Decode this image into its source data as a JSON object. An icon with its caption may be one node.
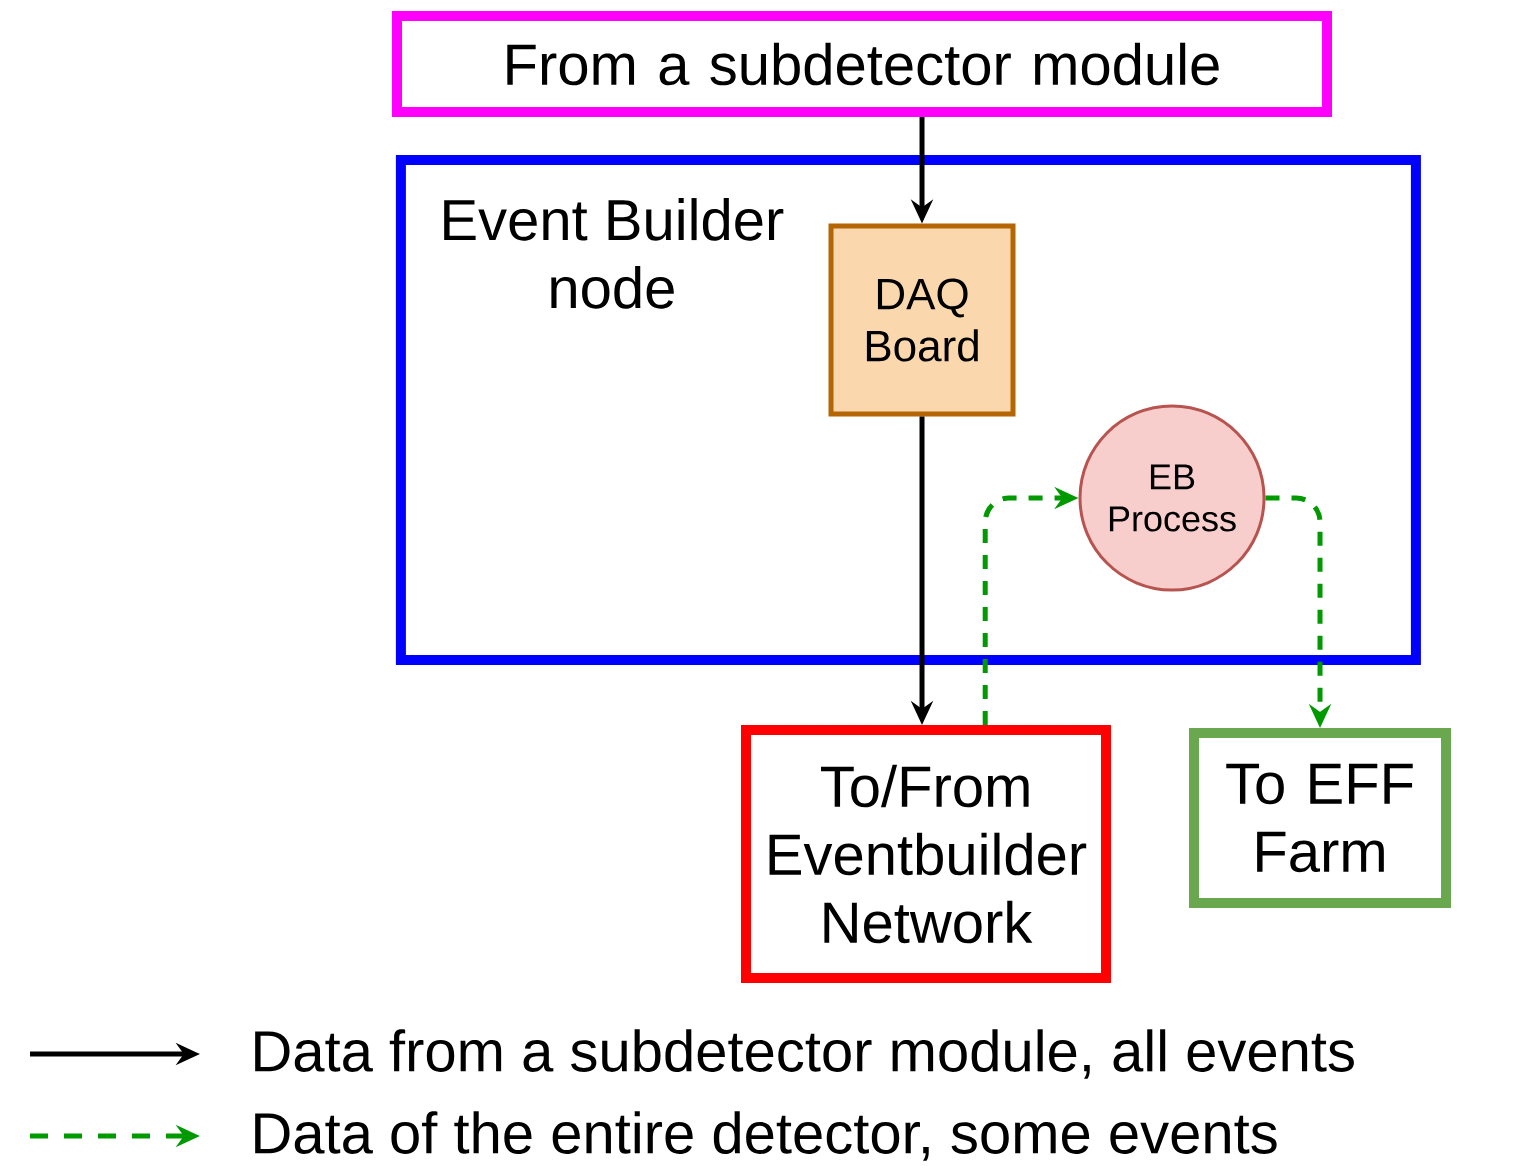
{
  "diagram": {
    "nodes": [
      {
        "text": [
          "From a subdetector module"
        ]
      },
      {
        "text": [
          "Event Builder node"
        ]
      },
      {
        "text": [
          "DAQ Board"
        ],
        "in": 1
      },
      {
        "text": [
          "EB Process"
        ],
        "in": 1
      },
      {
        "text": [
          "To/From Eventbuilder Network"
        ]
      },
      {
        "text": [
          "To EFF Farm"
        ]
      }
    ],
    "edges": [
      {
        "from": 0,
        "to": 2,
        "arrow": "to"
      },
      {
        "from": 2,
        "to": 4,
        "arrow": "to"
      },
      {
        "from": 4,
        "to": 3,
        "arrow": "to",
        "style": "dashed",
        "color": "#009900"
      },
      {
        "from": 3,
        "to": 5,
        "arrow": "to",
        "style": "dashed",
        "color": "#009900"
      }
    ],
    "legend": [
      {
        "text": "Data from a subdetector module, all events"
      },
      {
        "text": "Data of the entire detector, some events"
      }
    ]
  }
}
